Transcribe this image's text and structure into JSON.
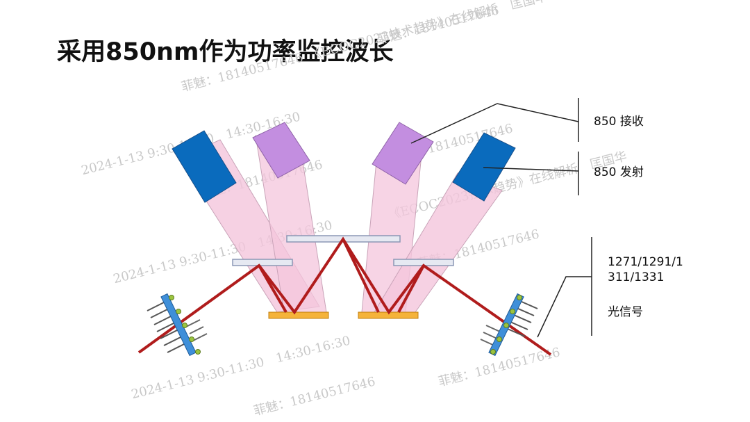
{
  "slide": {
    "title": "采用850nm作为功率监控波长"
  },
  "labels": {
    "rx_850": "850 接收",
    "tx_850": "850 发射",
    "wavelengths_line1": "1271/1291/1",
    "wavelengths_line2": "311/1331",
    "optical_signal": "光信号"
  },
  "watermarks": [
    "菲魅：18140517646",
    "菲魅：18140517646　《ECOC2023技术趋势》在线解析　匡国华",
    "2024-1-13 9:30-11:30　14:30-16:30",
    "菲魅：18140517646",
    "菲魅：18140517646",
    "2024-1-13 9:30-11:30　14:30-16:30",
    "菲魅：18140517646",
    "《ECOC2023技术趋势》在线解析　匡国华",
    "2024-1-13 9:30-11:30　14:30-16:30",
    "菲魅：18140517646",
    "菲魅：18140517646"
  ],
  "colors": {
    "tx_block": "#0a6bbd",
    "rx_block": "#c38ee0",
    "beam": "#f4c6dc",
    "beam_edge": "#c9a3b8",
    "filter": "#e6e9f2",
    "filter_edge": "#8c97b5",
    "pd": "#f5b33a",
    "ray": "#b01c1c",
    "fiber_array": "#3f8fd9",
    "fiber_bead": "#9bc43f"
  }
}
